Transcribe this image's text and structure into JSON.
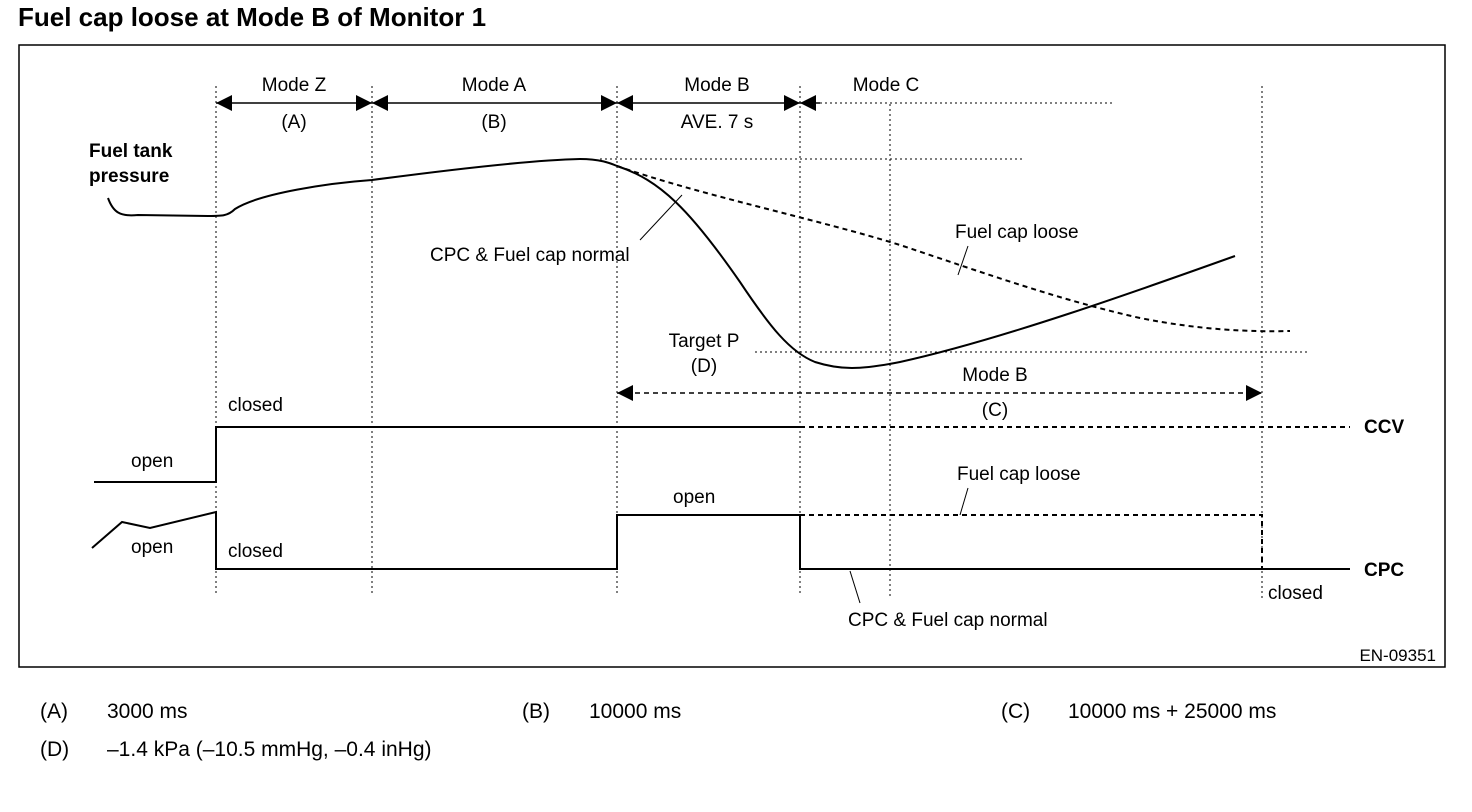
{
  "title": "Fuel cap loose at Mode B of Monitor 1",
  "diagram": {
    "modes": [
      {
        "name": "Mode Z",
        "ref": "(A)"
      },
      {
        "name": "Mode A",
        "ref": "(B)"
      },
      {
        "name": "Mode B",
        "ref": "AVE. 7 s"
      },
      {
        "name": "Mode C",
        "ref": ""
      }
    ],
    "pressure_label_line1": "Fuel tank",
    "pressure_label_line2": "pressure",
    "fuel_cap_loose_label": "Fuel cap loose",
    "cpc_normal_label": "CPC & Fuel cap normal",
    "target_p_label": "Target P",
    "target_p_ref": "(D)",
    "mode_b_span_label": "Mode B",
    "mode_b_span_ref": "(C)",
    "ccv": {
      "name": "CCV",
      "closed_label": "closed",
      "open_label": "open"
    },
    "cpc": {
      "name": "CPC",
      "open_left_label": "open",
      "closed_left_label": "closed",
      "open_mid_label": "open",
      "fuel_cap_loose_label": "Fuel cap loose",
      "closed_right_label": "closed",
      "normal_label": "CPC & Fuel cap normal"
    },
    "figure_id": "EN-09351"
  },
  "notes": [
    {
      "key": "(A)",
      "value": "3000 ms"
    },
    {
      "key": "(B)",
      "value": "10000 ms"
    },
    {
      "key": "(C)",
      "value": "10000 ms + 25000 ms"
    },
    {
      "key": "(D)",
      "value": "–1.4 kPa (–10.5 mmHg, –0.4 inHg)"
    }
  ]
}
